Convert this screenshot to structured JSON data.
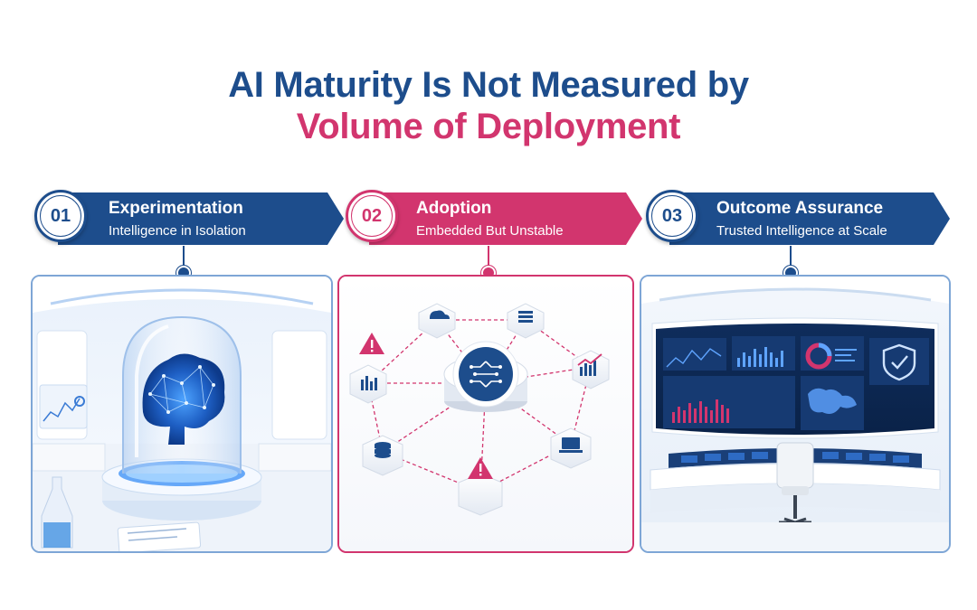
{
  "title": {
    "line1": "AI Maturity Is Not Measured by",
    "line2": "Volume of Deployment"
  },
  "colors": {
    "navy": "#1d4d8c",
    "pink": "#d2356e"
  },
  "stages": [
    {
      "number": "01",
      "title": "Experimentation",
      "subtitle": "Intelligence in Isolation",
      "color": "#1d4d8c",
      "illustration": "brain-in-glass-dome-lab"
    },
    {
      "number": "02",
      "title": "Adoption",
      "subtitle": "Embedded But Unstable",
      "color": "#d2356e",
      "illustration": "unstable-connected-network"
    },
    {
      "number": "03",
      "title": "Outcome Assurance",
      "subtitle": "Trusted Intelligence at Scale",
      "color": "#1d4d8c",
      "illustration": "control-room-dashboard"
    }
  ]
}
